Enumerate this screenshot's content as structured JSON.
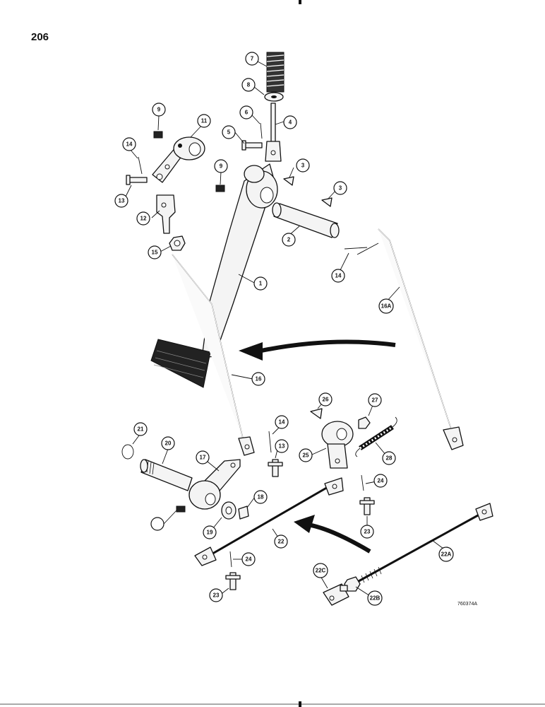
{
  "page": {
    "page_number": "206",
    "figure_id": "760374A"
  },
  "callouts": {
    "c1": "1",
    "c2": "2",
    "c3a": "3",
    "c3b": "3",
    "c4": "4",
    "c5": "5",
    "c6": "6",
    "c7": "7",
    "c8": "8",
    "c9a": "9",
    "c9b": "9",
    "c11": "11",
    "c12": "12",
    "c13a": "13",
    "c13b": "13",
    "c14a": "14",
    "c14b": "14",
    "c14c": "14",
    "c15": "15",
    "c16": "16",
    "c16a": "16A",
    "c17": "17",
    "c18": "18",
    "c19": "19",
    "c20": "20",
    "c21": "21",
    "c22": "22",
    "c22a": "22A",
    "c22b": "22B",
    "c22c": "22C",
    "c23a": "23",
    "c23b": "23",
    "c24a": "24",
    "c24b": "24",
    "c25": "25",
    "c26": "26",
    "c27": "27",
    "c28": "28"
  }
}
